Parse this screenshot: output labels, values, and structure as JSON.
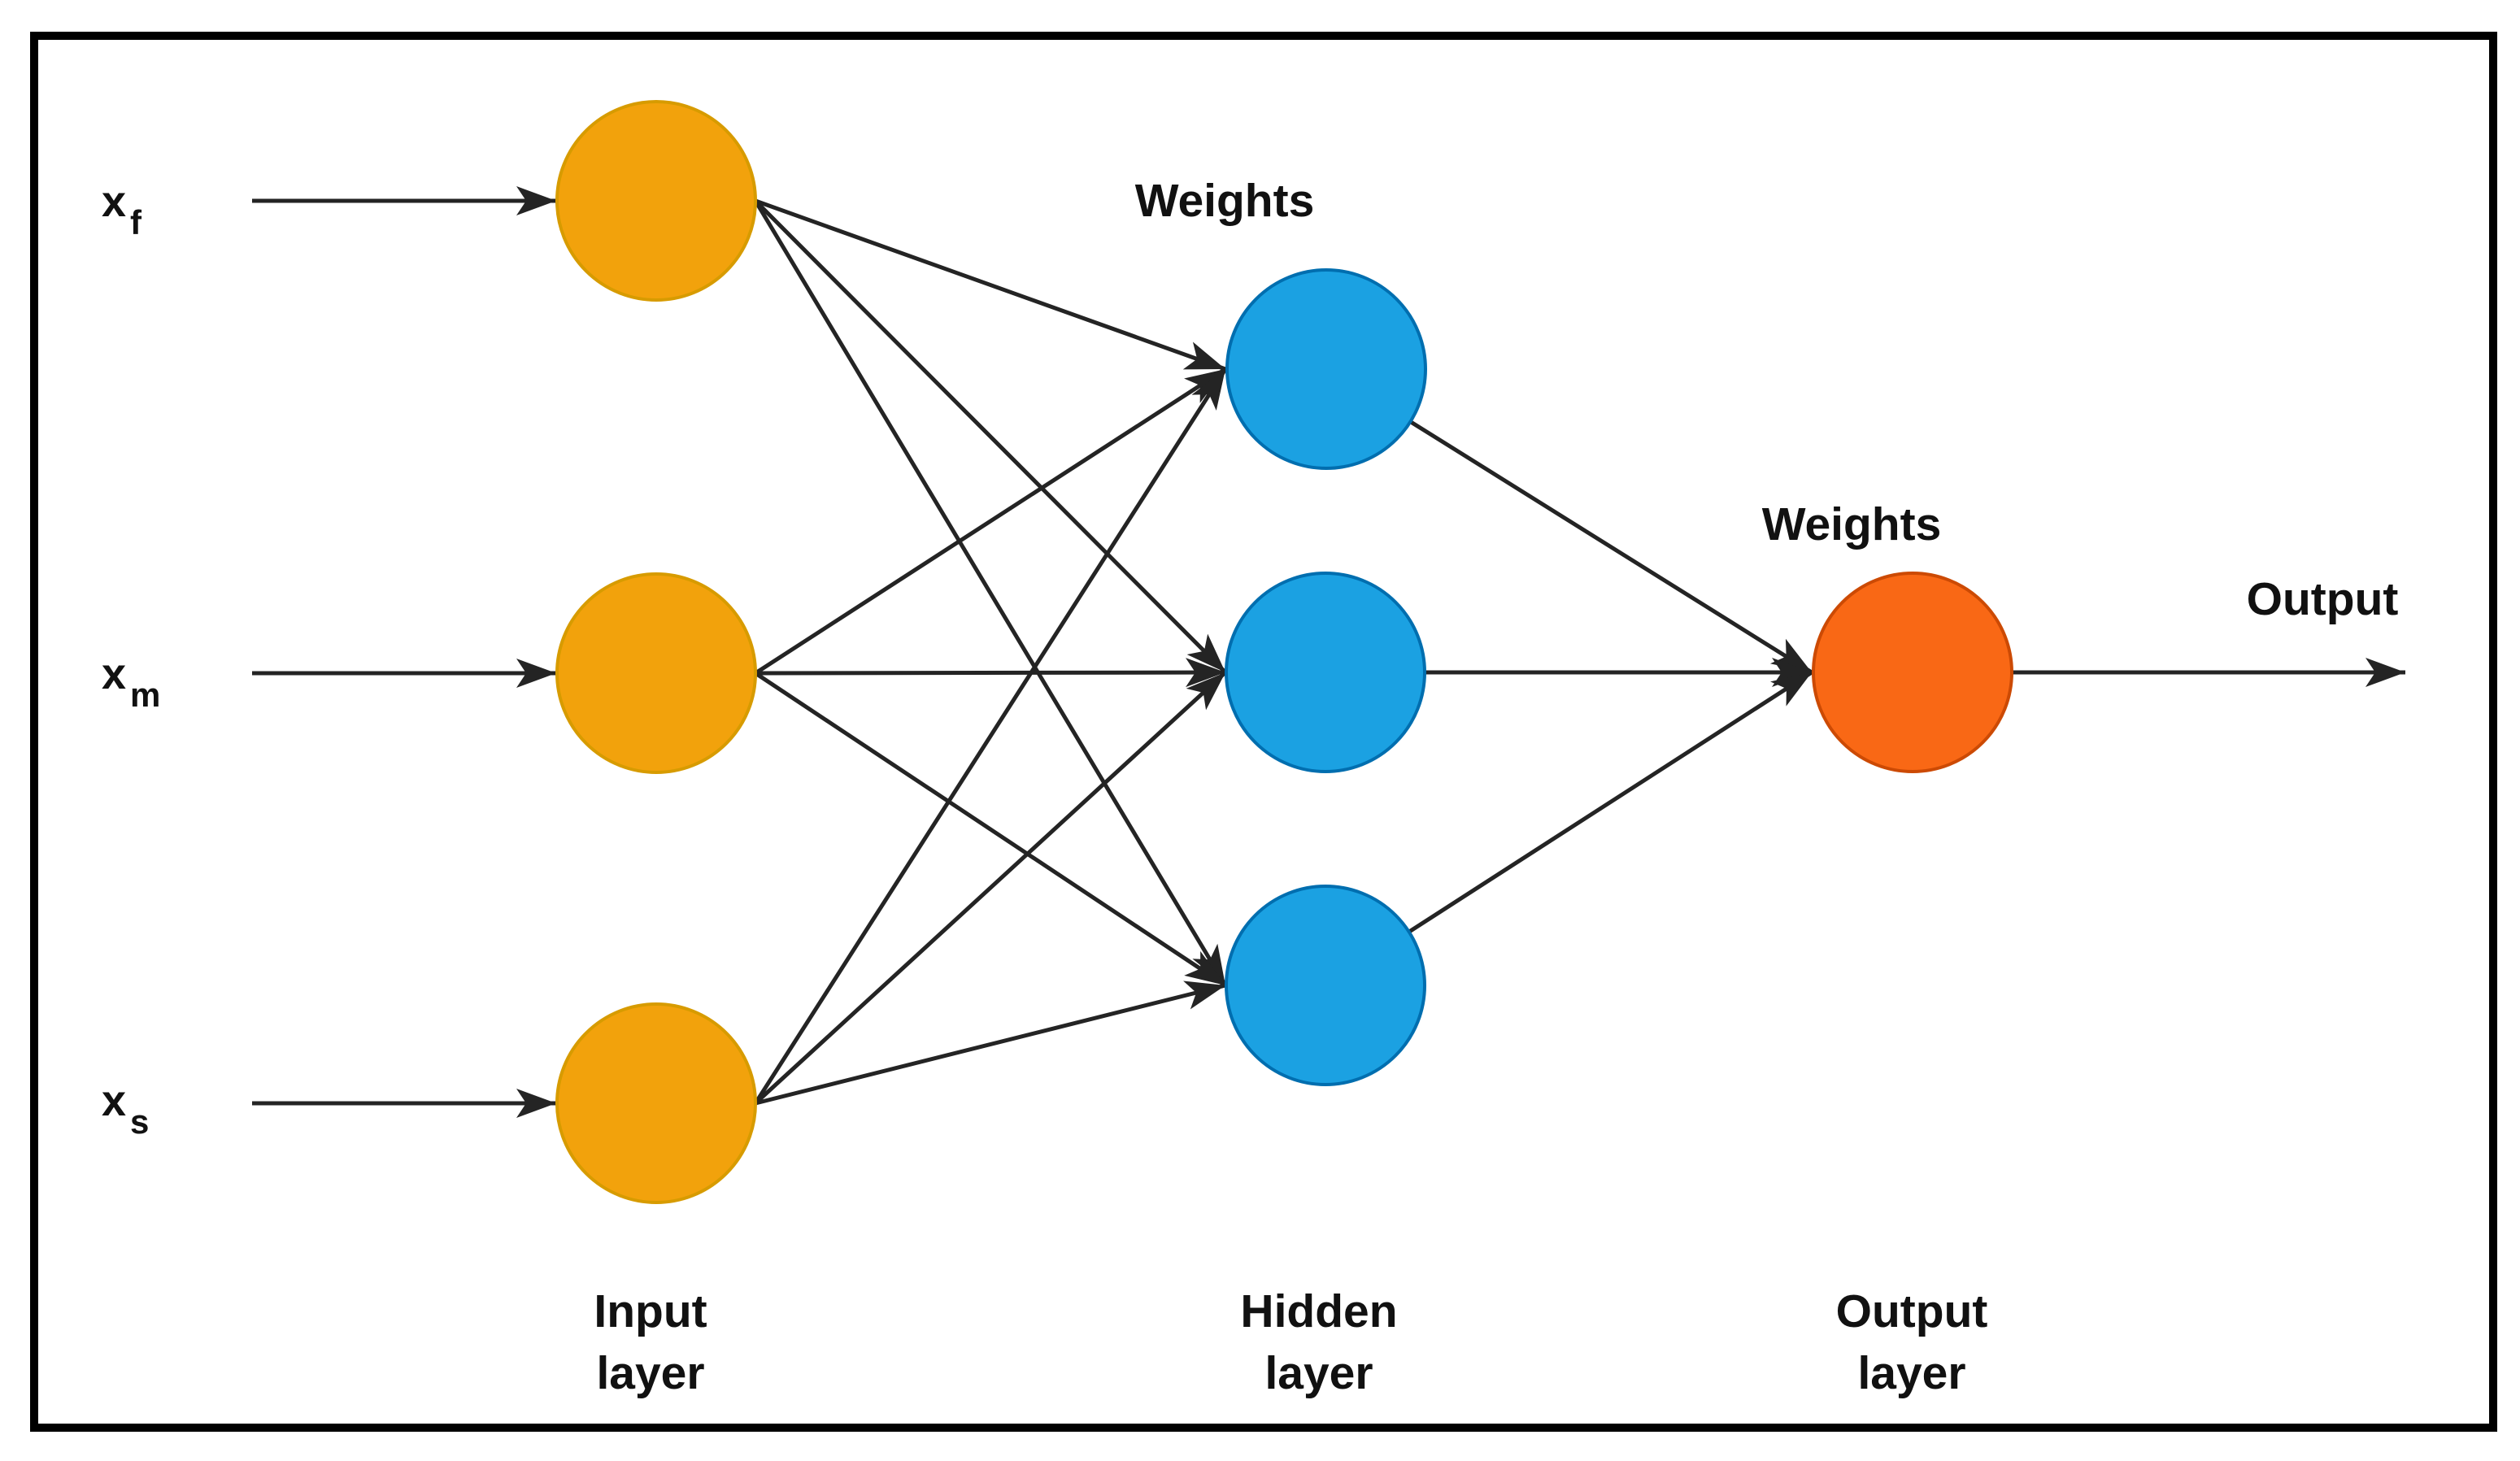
{
  "diagram": {
    "type": "feedforward-neural-network",
    "structure": {
      "input_nodes": 3,
      "hidden_nodes": 3,
      "output_nodes": 1,
      "connections": "fully-connected"
    },
    "input_labels": [
      {
        "base": "x",
        "sub": "f"
      },
      {
        "base": "x",
        "sub": "m"
      },
      {
        "base": "x",
        "sub": "s"
      }
    ],
    "hidden_weights_label": "Weights",
    "output_weights_label": "Weights",
    "output_arrow_label": "Output",
    "layer_captions": {
      "input": {
        "line1": "Input",
        "line2": "layer"
      },
      "hidden": {
        "line1": "Hidden",
        "line2": "layer"
      },
      "output": {
        "line1": "Output",
        "line2": "layer"
      }
    }
  },
  "colors": {
    "input_node_fill": "#F2A20C",
    "input_node_stroke": "#D79B00",
    "hidden_node_fill": "#1BA1E2",
    "hidden_node_stroke": "#006EAF",
    "output_node_fill": "#F96815",
    "output_node_stroke": "#CC4A04",
    "edge": "#242424",
    "text": "#111111",
    "border": "#000000"
  }
}
